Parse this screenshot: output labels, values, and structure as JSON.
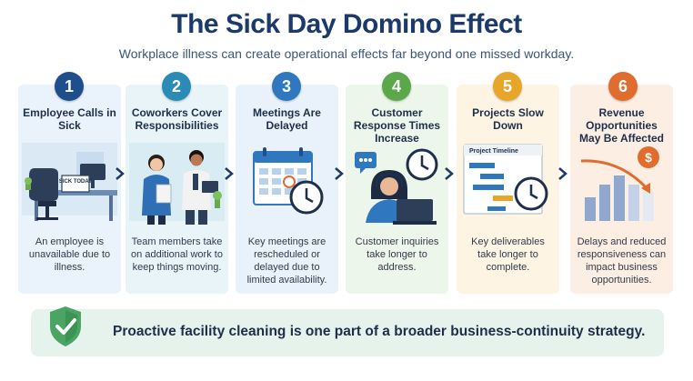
{
  "title": "The Sick Day Domino Effect",
  "subtitle": "Workplace illness can create operational effects far beyond one missed workday.",
  "steps": [
    {
      "number": "1",
      "title": "Employee Calls in Sick",
      "description": "An employee is unavailable due to illness.",
      "color": "#1f4e8c",
      "bg": "#eaf3fb",
      "sign_text": "SICK TODAY"
    },
    {
      "number": "2",
      "title": "Coworkers Cover Responsibilities",
      "description": "Team members take on additional work to keep things moving.",
      "color": "#2a8bb6",
      "bg": "#e8f4f8"
    },
    {
      "number": "3",
      "title": "Meetings Are Delayed",
      "description": "Key meetings are rescheduled or delayed due to limited availability.",
      "color": "#2f77bf",
      "bg": "#e9f2fa"
    },
    {
      "number": "4",
      "title": "Customer Response Times Increase",
      "description": "Customer inquiries take longer to address.",
      "color": "#5aa84a",
      "bg": "#edf6ea"
    },
    {
      "number": "5",
      "title": "Projects Slow Down",
      "description": "Key deliverables take longer to complete.",
      "color": "#e7a529",
      "bg": "#fdf4e4",
      "panel_title": "Project Timeline"
    },
    {
      "number": "6",
      "title": "Revenue Opportunities May Be Affected",
      "description": "Delays and reduced responsiveness can impact business opportunities.",
      "color": "#e06c2e",
      "bg": "#fdeee4",
      "symbol": "$"
    }
  ],
  "banner": {
    "text": "Proactive facility cleaning is one part of a broader business-continuity strategy."
  }
}
